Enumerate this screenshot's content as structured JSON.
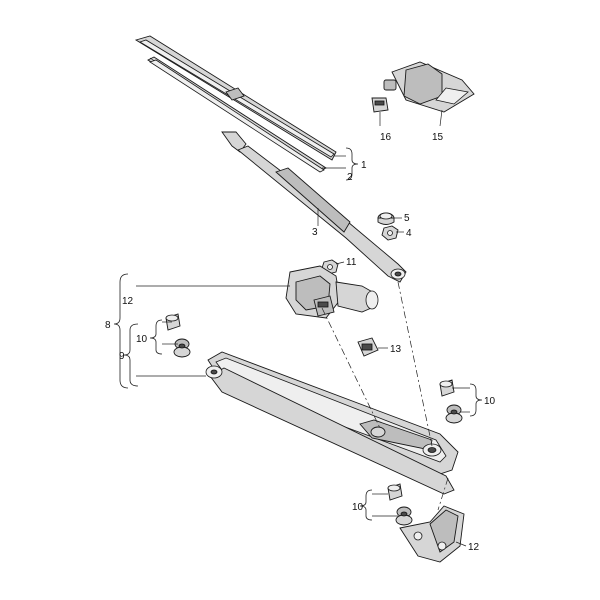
{
  "diagram": {
    "callouts": {
      "c1": "1",
      "c2": "2",
      "c3": "3",
      "c4": "4",
      "c5": "5",
      "c8": "8",
      "c9": "9",
      "c10a": "10",
      "c10b": "10",
      "c10c": "10",
      "c11": "11",
      "c12a": "12",
      "c12b": "12",
      "c13": "13",
      "c15": "15",
      "c16": "16"
    }
  }
}
